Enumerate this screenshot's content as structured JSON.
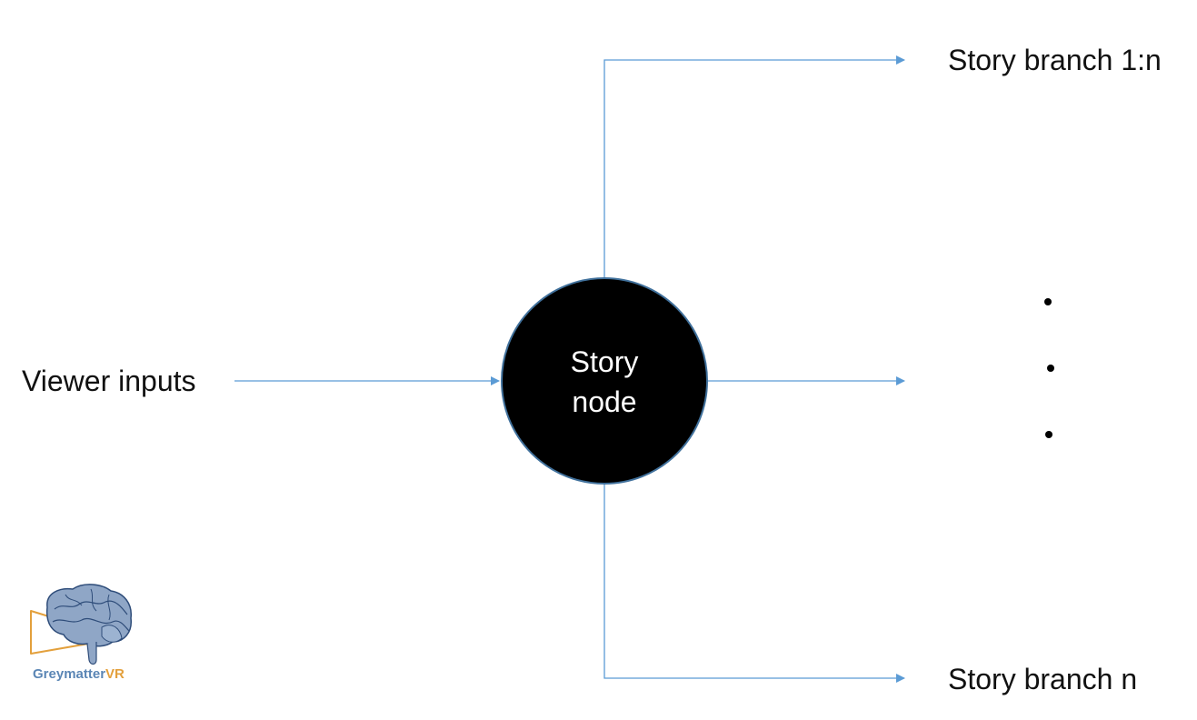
{
  "diagram": {
    "input_label": "Viewer inputs",
    "node_label_line1": "Story",
    "node_label_line2": "node",
    "branch_top_label": "Story branch 1:n",
    "branch_bottom_label": "Story branch n",
    "ellipsis_dots": 3
  },
  "logo": {
    "text_main": "Greymatter",
    "text_accent": "VR",
    "main_color": "#5b86b5",
    "accent_color": "#e3a03c"
  },
  "colors": {
    "connector": "#5b9bd5",
    "node_fill": "#000000",
    "node_stroke": "#41719c",
    "text": "#111111"
  }
}
